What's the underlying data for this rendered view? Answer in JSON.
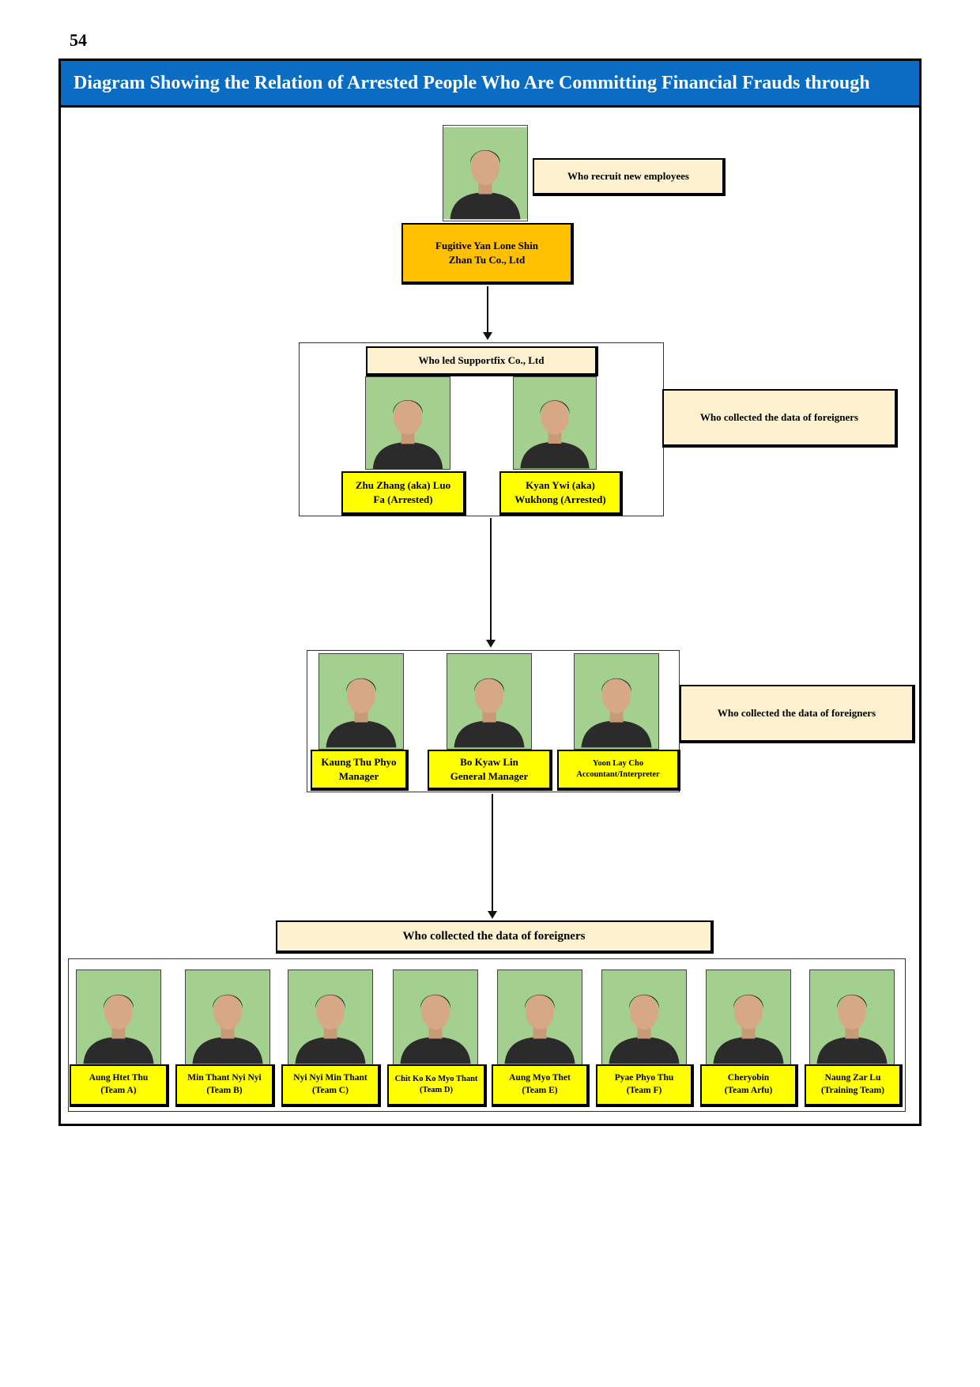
{
  "page_number": "54",
  "title": "Diagram Showing the Relation of Arrested People Who Are Committing Financial Frauds through",
  "colors": {
    "title_bar": "#0a6cc2",
    "name_label": "#ffff00",
    "top_label": "#ffc000",
    "note": "#fdf1cf"
  },
  "level1": {
    "note": "Who recruit new employees",
    "person": {
      "line1": "Fugitive Yan Lone Shin",
      "line2": "Zhan Tu Co., Ltd"
    }
  },
  "level2": {
    "header": "Who led Supportfix Co., Ltd",
    "note": "Who collected the data of foreigners",
    "people": [
      {
        "line1": "Zhu Zhang (aka) Luo",
        "line2": "Fa (Arrested)"
      },
      {
        "line1": "Kyan Ywi (aka)",
        "line2": "Wukhong (Arrested)"
      }
    ]
  },
  "level3": {
    "note": "Who collected the data of foreigners",
    "people": [
      {
        "line1": "Kaung Thu Phyo",
        "line2": "Manager"
      },
      {
        "line1": "Bo Kyaw Lin",
        "line2": "General Manager"
      },
      {
        "line1": "Yoon Lay Cho",
        "line2": "Accountant/Interpreter"
      }
    ]
  },
  "level4": {
    "header": "Who collected the data of foreigners",
    "people": [
      {
        "line1": "Aung Htet Thu",
        "line2": "(Team A)"
      },
      {
        "line1": "Min Thant Nyi Nyi",
        "line2": "(Team B)"
      },
      {
        "line1": "Nyi Nyi Min Thant",
        "line2": "(Team C)"
      },
      {
        "line1": "Chit Ko Ko Myo Thant",
        "line2": "(Team D)"
      },
      {
        "line1": "Aung Myo Thet",
        "line2": "(Team E)"
      },
      {
        "line1": "Pyae Phyo Thu",
        "line2": "(Team F)"
      },
      {
        "line1": "Cheryobin",
        "line2": "(Team Arfu)"
      },
      {
        "line1": "Naung Zar Lu",
        "line2": "(Training Team)"
      }
    ]
  }
}
